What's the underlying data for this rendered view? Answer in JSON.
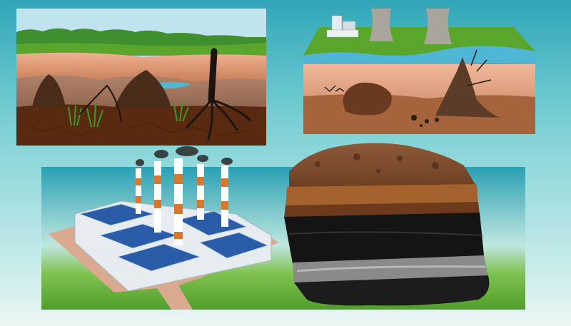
{
  "colors": {
    "sky_top": "#2fa6b8",
    "sky_mid": "#7fd2d6",
    "sky_bottom": "#eaf6f4",
    "grass": "#5aa62c",
    "grass_dark": "#2f7d25",
    "forest": "#3f8f2f",
    "pink_soil": "#e9a58a",
    "brown_soil": "#7a3f1d",
    "dark_soil": "#4f2410",
    "water": "#4fb6d6",
    "coal": "#141414",
    "coal_gray": "#8a8a8a",
    "chimney_orange": "#d9772b",
    "solar_blue": "#2b5ca8",
    "building_white": "#e6ecef",
    "road": "#d9a990"
  },
  "panels": [
    {
      "id": "peat-bog",
      "icon": "peat-soil-cross-section"
    },
    {
      "id": "river-plain",
      "icon": "river-and-cooling-towers"
    },
    {
      "id": "power-plant",
      "icon": "factory-with-solar-panels"
    },
    {
      "id": "coal-layers",
      "icon": "coal-seam-rock-block"
    }
  ]
}
